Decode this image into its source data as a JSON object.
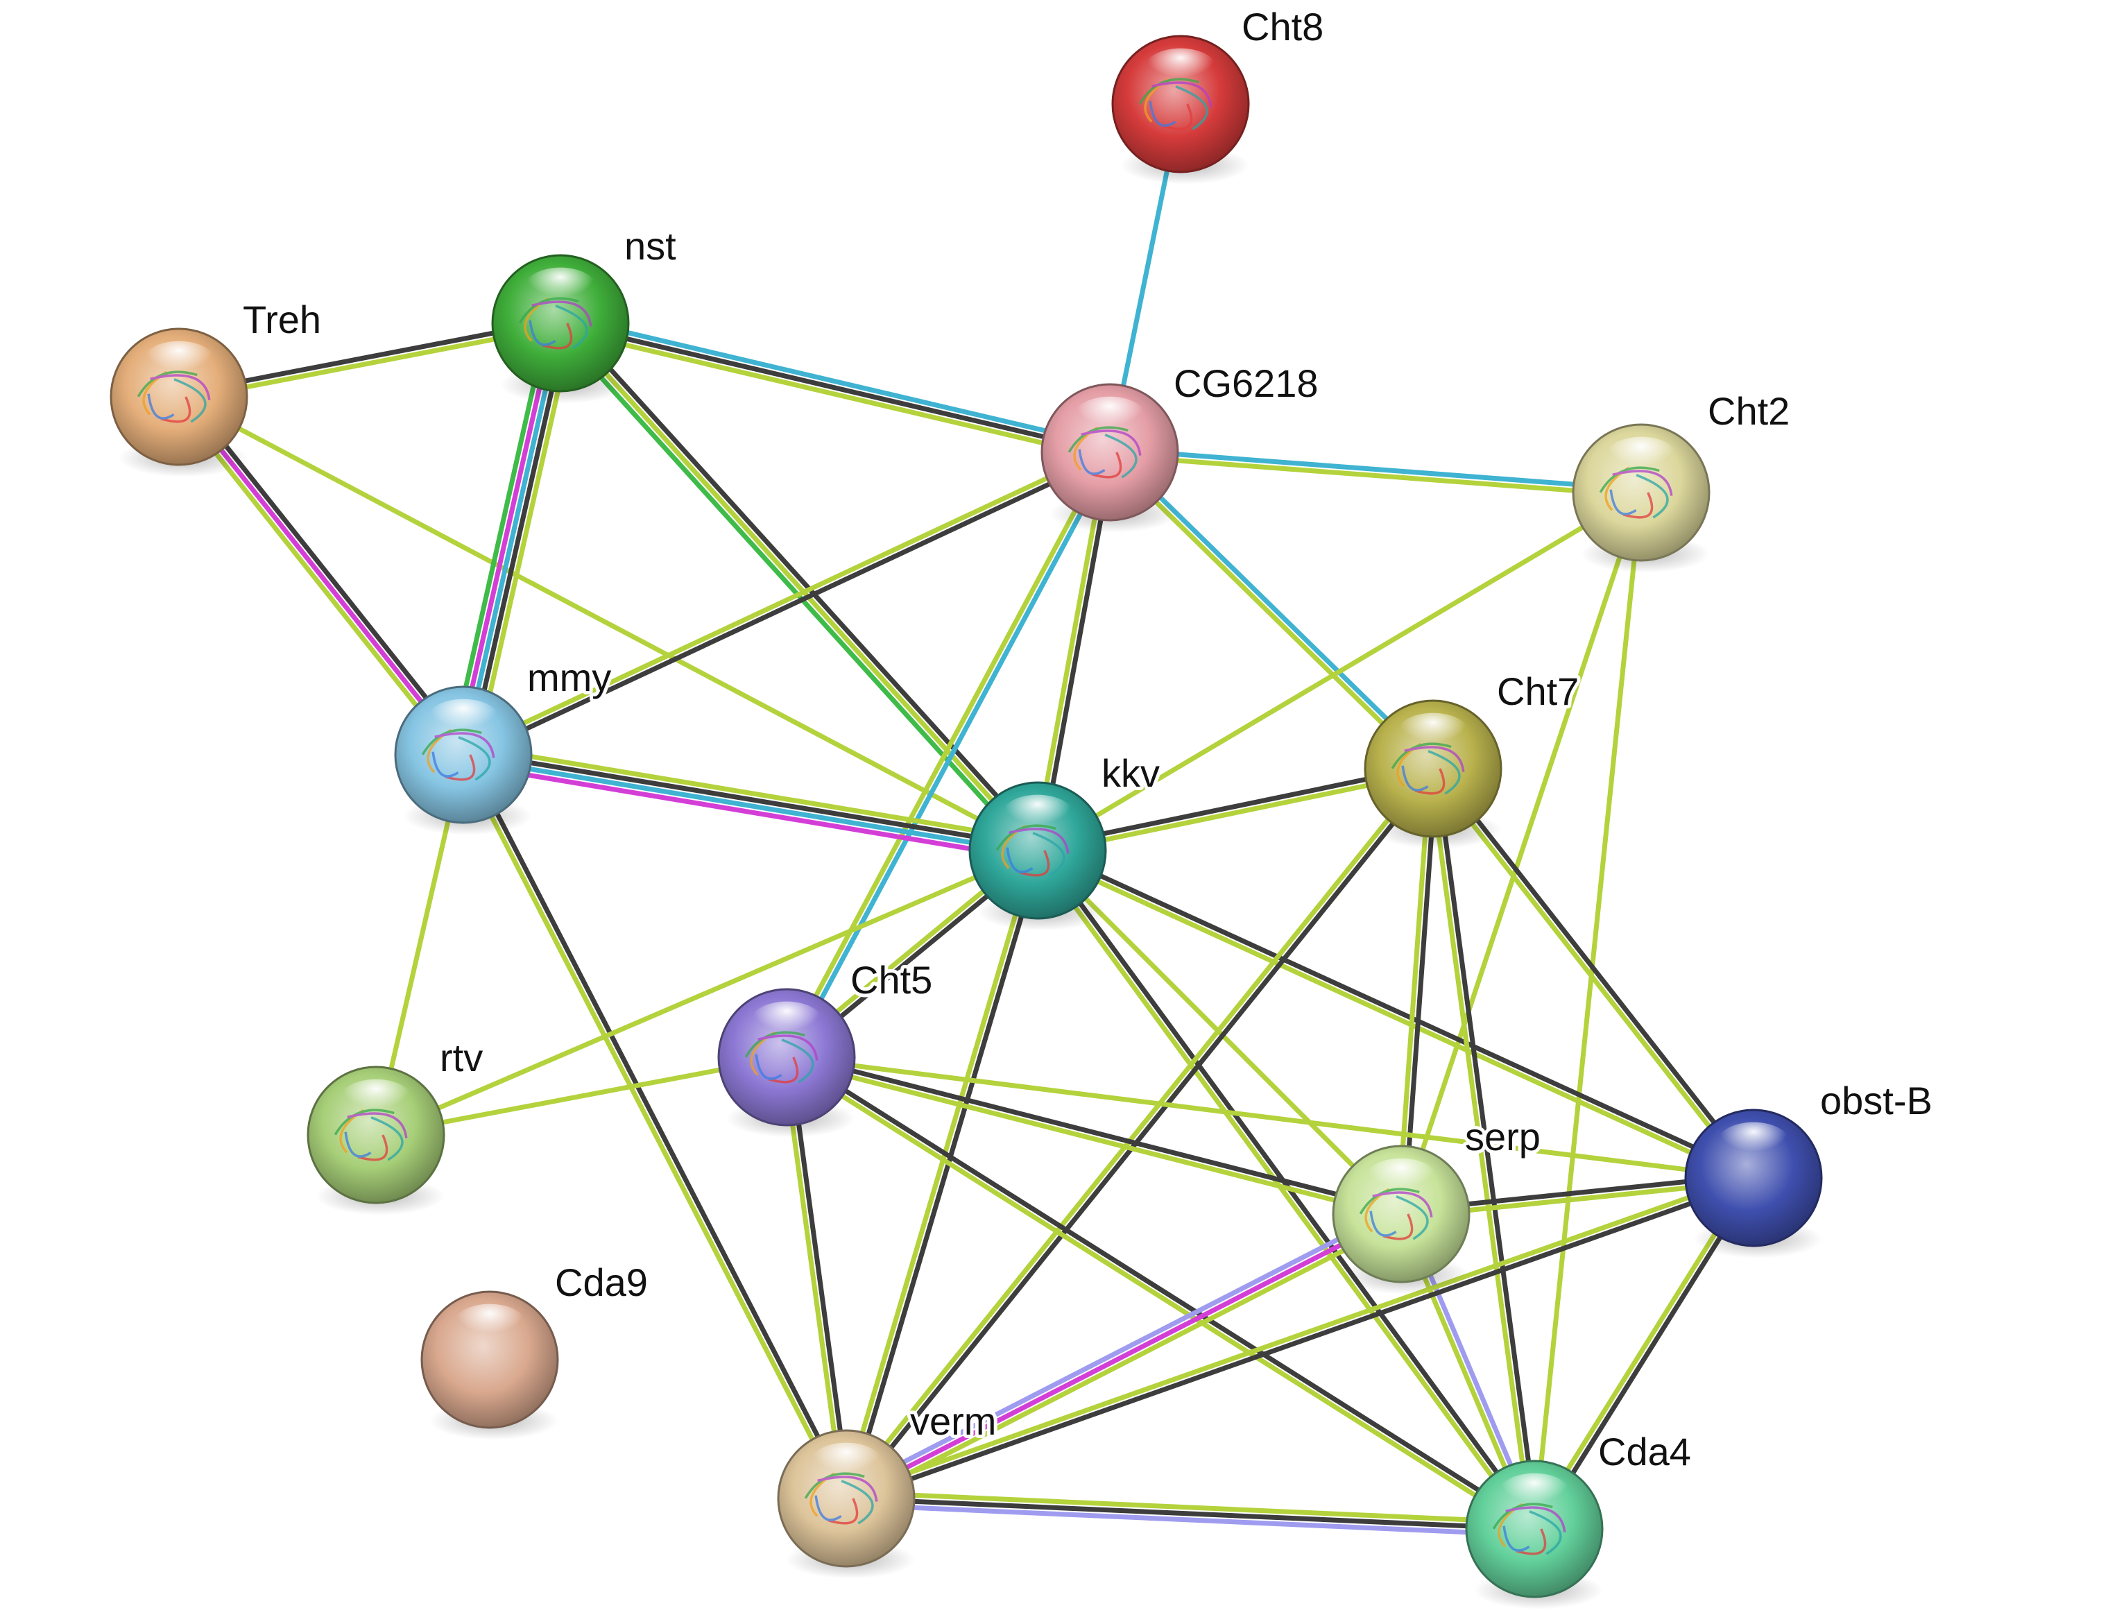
{
  "edge_colors": {
    "black": "#3d3d3d",
    "yellowgreen": "#b4d23c",
    "cyan": "#3fb3d1",
    "magenta": "#d33fd6",
    "green": "#3fbb49",
    "lavender": "#9f9cf0"
  },
  "nodes": [
    {
      "id": "Cht8",
      "label": "Cht8",
      "color": "#d63b3b",
      "structure": true
    },
    {
      "id": "nst",
      "label": "nst",
      "color": "#3fae3a",
      "structure": true
    },
    {
      "id": "Treh",
      "label": "Treh",
      "color": "#e4ae7a",
      "structure": true
    },
    {
      "id": "CG6218",
      "label": "CG6218",
      "color": "#e59ea6",
      "structure": true
    },
    {
      "id": "Cht2",
      "label": "Cht2",
      "color": "#dcd79c",
      "structure": true
    },
    {
      "id": "mmy",
      "label": "mmy",
      "color": "#86c5e3",
      "structure": true
    },
    {
      "id": "kkv",
      "label": "kkv",
      "color": "#2fa79a",
      "structure": true
    },
    {
      "id": "Cht7",
      "label": "Cht7",
      "color": "#b9b24d",
      "structure": true
    },
    {
      "id": "Cht5",
      "label": "Cht5",
      "color": "#8c78d4",
      "structure": true
    },
    {
      "id": "rtv",
      "label": "rtv",
      "color": "#a7cf78",
      "structure": true
    },
    {
      "id": "obst-B",
      "label": "obst-B",
      "color": "#3f4fae",
      "structure": false
    },
    {
      "id": "serp",
      "label": "serp",
      "color": "#c7e39a",
      "structure": true
    },
    {
      "id": "Cda9",
      "label": "Cda9",
      "color": "#d9a88e",
      "structure": false
    },
    {
      "id": "verm",
      "label": "verm",
      "color": "#ddc49a",
      "structure": true
    },
    {
      "id": "Cda4",
      "label": "Cda4",
      "color": "#62d09a",
      "structure": true
    }
  ],
  "edges": [
    {
      "source": "Cht8",
      "target": "CG6218",
      "evidence": [
        "cyan"
      ]
    },
    {
      "source": "Treh",
      "target": "nst",
      "evidence": [
        "black",
        "yellowgreen"
      ]
    },
    {
      "source": "Treh",
      "target": "mmy",
      "evidence": [
        "black",
        "magenta",
        "yellowgreen"
      ]
    },
    {
      "source": "Treh",
      "target": "kkv",
      "evidence": [
        "yellowgreen"
      ]
    },
    {
      "source": "nst",
      "target": "mmy",
      "evidence": [
        "yellowgreen",
        "black",
        "cyan",
        "magenta",
        "green"
      ]
    },
    {
      "source": "nst",
      "target": "CG6218",
      "evidence": [
        "cyan",
        "black",
        "yellowgreen"
      ]
    },
    {
      "source": "nst",
      "target": "kkv",
      "evidence": [
        "black",
        "yellowgreen",
        "green"
      ]
    },
    {
      "source": "CG6218",
      "target": "Cht2",
      "evidence": [
        "cyan",
        "yellowgreen"
      ]
    },
    {
      "source": "CG6218",
      "target": "mmy",
      "evidence": [
        "black",
        "yellowgreen"
      ]
    },
    {
      "source": "CG6218",
      "target": "kkv",
      "evidence": [
        "black",
        "yellowgreen"
      ]
    },
    {
      "source": "CG6218",
      "target": "Cht5",
      "evidence": [
        "cyan",
        "yellowgreen"
      ]
    },
    {
      "source": "CG6218",
      "target": "Cht7",
      "evidence": [
        "cyan",
        "yellowgreen"
      ]
    },
    {
      "source": "Cht2",
      "target": "kkv",
      "evidence": [
        "yellowgreen"
      ]
    },
    {
      "source": "Cht2",
      "target": "serp",
      "evidence": [
        "yellowgreen"
      ]
    },
    {
      "source": "Cht2",
      "target": "Cda4",
      "evidence": [
        "yellowgreen"
      ]
    },
    {
      "source": "mmy",
      "target": "kkv",
      "evidence": [
        "yellowgreen",
        "black",
        "cyan",
        "magenta"
      ]
    },
    {
      "source": "mmy",
      "target": "rtv",
      "evidence": [
        "yellowgreen"
      ]
    },
    {
      "source": "mmy",
      "target": "verm",
      "evidence": [
        "black",
        "yellowgreen"
      ]
    },
    {
      "source": "kkv",
      "target": "Cht7",
      "evidence": [
        "black",
        "yellowgreen"
      ]
    },
    {
      "source": "kkv",
      "target": "Cht5",
      "evidence": [
        "black",
        "yellowgreen"
      ]
    },
    {
      "source": "kkv",
      "target": "rtv",
      "evidence": [
        "yellowgreen"
      ]
    },
    {
      "source": "kkv",
      "target": "obst-B",
      "evidence": [
        "black",
        "yellowgreen"
      ]
    },
    {
      "source": "kkv",
      "target": "serp",
      "evidence": [
        "yellowgreen"
      ]
    },
    {
      "source": "kkv",
      "target": "verm",
      "evidence": [
        "black",
        "yellowgreen"
      ]
    },
    {
      "source": "kkv",
      "target": "Cda4",
      "evidence": [
        "black",
        "yellowgreen"
      ]
    },
    {
      "source": "Cht7",
      "target": "serp",
      "evidence": [
        "black",
        "yellowgreen"
      ]
    },
    {
      "source": "Cht7",
      "target": "obst-B",
      "evidence": [
        "black",
        "yellowgreen"
      ]
    },
    {
      "source": "Cht7",
      "target": "Cda4",
      "evidence": [
        "black",
        "yellowgreen"
      ]
    },
    {
      "source": "Cht7",
      "target": "verm",
      "evidence": [
        "black",
        "yellowgreen"
      ]
    },
    {
      "source": "Cht5",
      "target": "rtv",
      "evidence": [
        "yellowgreen"
      ]
    },
    {
      "source": "Cht5",
      "target": "serp",
      "evidence": [
        "black",
        "yellowgreen"
      ]
    },
    {
      "source": "Cht5",
      "target": "obst-B",
      "evidence": [
        "yellowgreen"
      ]
    },
    {
      "source": "Cht5",
      "target": "verm",
      "evidence": [
        "black",
        "yellowgreen"
      ]
    },
    {
      "source": "Cht5",
      "target": "Cda4",
      "evidence": [
        "black",
        "yellowgreen"
      ]
    },
    {
      "source": "serp",
      "target": "obst-B",
      "evidence": [
        "black",
        "yellowgreen"
      ]
    },
    {
      "source": "serp",
      "target": "verm",
      "evidence": [
        "yellowgreen",
        "magenta",
        "lavender"
      ]
    },
    {
      "source": "serp",
      "target": "Cda4",
      "evidence": [
        "lavender",
        "yellowgreen"
      ]
    },
    {
      "source": "obst-B",
      "target": "verm",
      "evidence": [
        "black",
        "yellowgreen"
      ]
    },
    {
      "source": "obst-B",
      "target": "Cda4",
      "evidence": [
        "black",
        "yellowgreen"
      ]
    },
    {
      "source": "verm",
      "target": "Cda4",
      "evidence": [
        "yellowgreen",
        "black",
        "lavender"
      ]
    }
  ]
}
